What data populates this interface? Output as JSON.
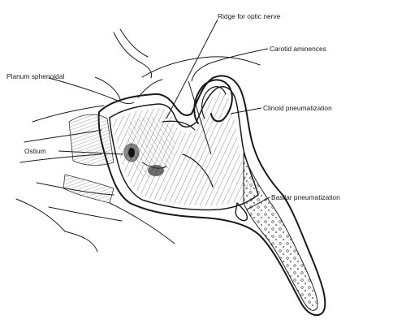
{
  "labels": {
    "ridge_optic_nerve": "Ridge for optic nerve",
    "carotid_aminences": "Carotid aminences",
    "planum_sphenoidal": "Planum sphenoidal",
    "clinoid_pneumatization": "Clinoid pneumatization",
    "ostium": "Ostium",
    "basilar_pneumatization": "Basilar pneumatization"
  }
}
